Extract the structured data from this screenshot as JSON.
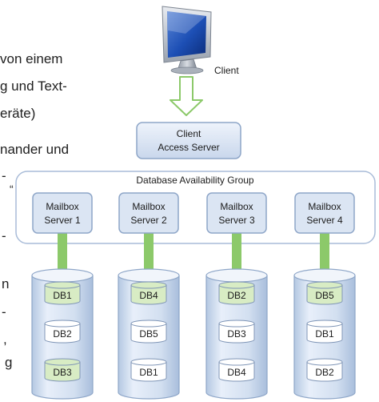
{
  "background_text": [
    "von einem",
    "g und Text-",
    "eräte)",
    "nander und",
    "-",
    "“",
    "-",
    "n",
    "-",
    ",",
    "g"
  ],
  "client": {
    "label": "Client",
    "icon": "monitor-icon"
  },
  "cas": {
    "line1": "Client",
    "line2": "Access Server"
  },
  "dag": {
    "label": "Database Availability Group"
  },
  "servers": [
    {
      "line1": "Mailbox",
      "line2": "Server 1",
      "dbs": [
        {
          "name": "DB1",
          "active": true
        },
        {
          "name": "DB2",
          "active": false
        },
        {
          "name": "DB3",
          "active": true
        }
      ]
    },
    {
      "line1": "Mailbox",
      "line2": "Server 2",
      "dbs": [
        {
          "name": "DB4",
          "active": true
        },
        {
          "name": "DB5",
          "active": false
        },
        {
          "name": "DB1",
          "active": false
        }
      ]
    },
    {
      "line1": "Mailbox",
      "line2": "Server 3",
      "dbs": [
        {
          "name": "DB2",
          "active": true
        },
        {
          "name": "DB3",
          "active": false
        },
        {
          "name": "DB4",
          "active": false
        }
      ]
    },
    {
      "line1": "Mailbox",
      "line2": "Server 4",
      "dbs": [
        {
          "name": "DB5",
          "active": true
        },
        {
          "name": "DB1",
          "active": false
        },
        {
          "name": "DB2",
          "active": false
        }
      ]
    }
  ],
  "colors": {
    "active_db": "#d8ecc4",
    "passive_db": "#ffffff",
    "server_fill": "#dbe5f3",
    "connector": "#8cc96a",
    "arrow": "#8cc96a"
  }
}
